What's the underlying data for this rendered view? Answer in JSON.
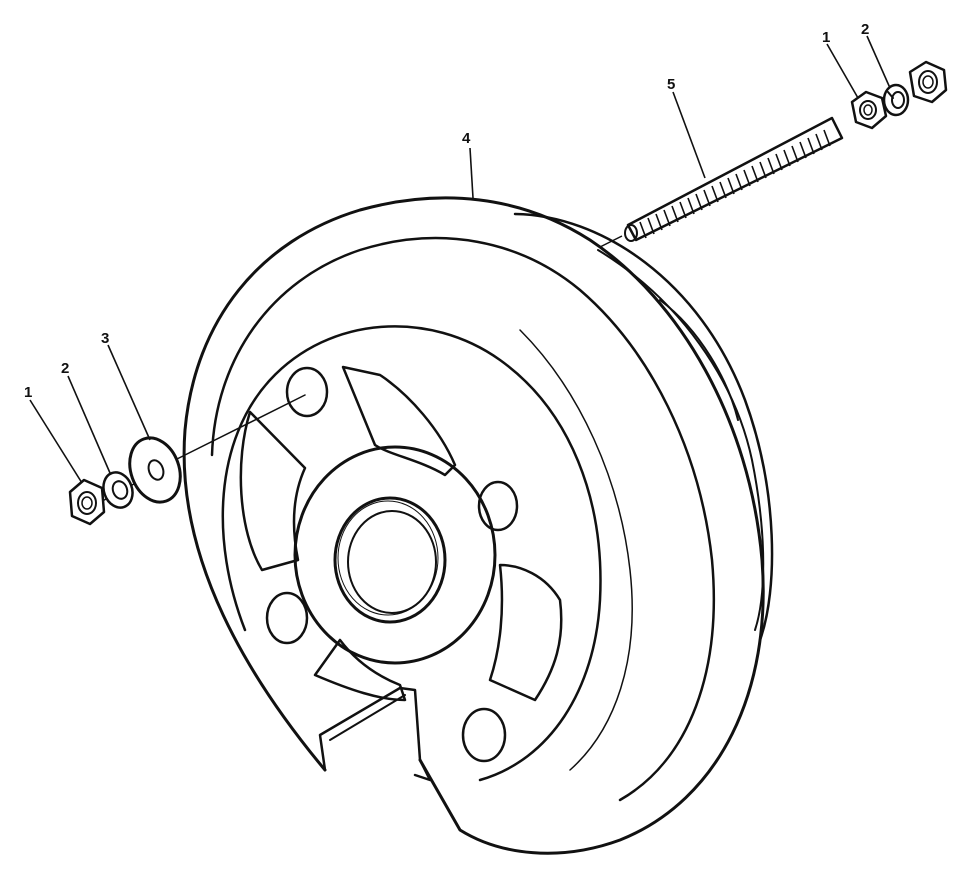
{
  "callouts": {
    "nut_left": "1",
    "lockwasher_left": "2",
    "flatwasher": "3",
    "wheel": "4",
    "stud": "5",
    "nut_right": "1",
    "lockwasher_right": "2"
  },
  "colors": {
    "ink": "#111111",
    "paper": "#ffffff"
  }
}
